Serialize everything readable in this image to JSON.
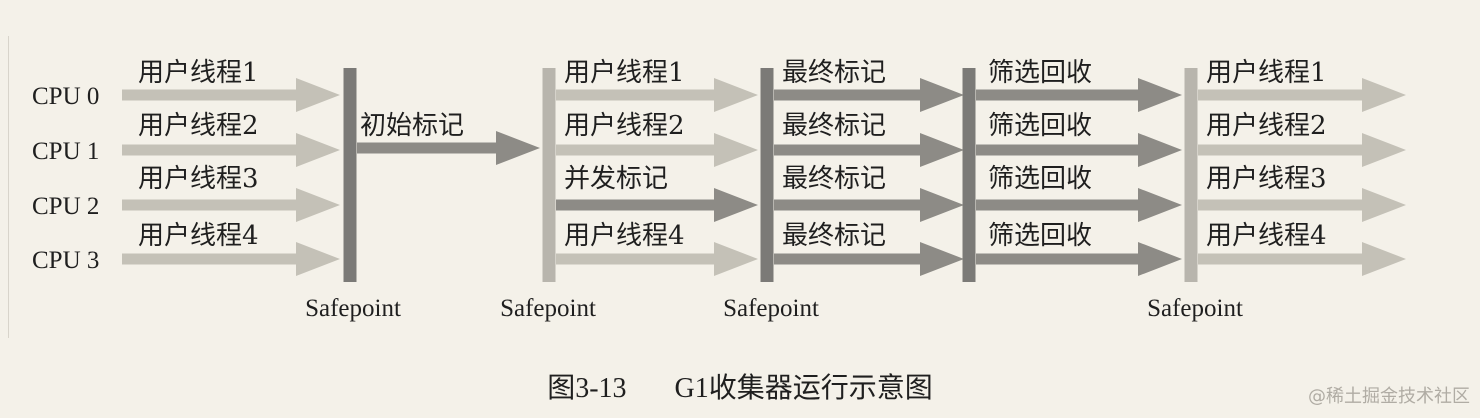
{
  "cpus": [
    "CPU 0",
    "CPU 1",
    "CPU 2",
    "CPU 3"
  ],
  "phases": [
    {
      "labels": [
        "用户线程1",
        "用户线程2",
        "用户线程3",
        "用户线程4"
      ]
    },
    {
      "labels": [
        "初始标记"
      ]
    },
    {
      "labels": [
        "用户线程1",
        "用户线程2",
        "并发标记",
        "用户线程4"
      ]
    },
    {
      "labels": [
        "最终标记",
        "最终标记",
        "最终标记",
        "最终标记"
      ]
    },
    {
      "labels": [
        "筛选回收",
        "筛选回收",
        "筛选回收",
        "筛选回收"
      ]
    },
    {
      "labels": [
        "用户线程1",
        "用户线程2",
        "用户线程3",
        "用户线程4"
      ]
    }
  ],
  "safepoint_label": "Safepoint",
  "caption": {
    "figure": "图3-13",
    "title": "G1收集器运行示意图"
  },
  "watermark": "@稀土掘金技术社区",
  "colors": {
    "light_arrow": "#c4c1b7",
    "dark_arrow": "#8d8b86",
    "bar_dark": "#7b7a77",
    "bar_light": "#b8b5ad"
  }
}
